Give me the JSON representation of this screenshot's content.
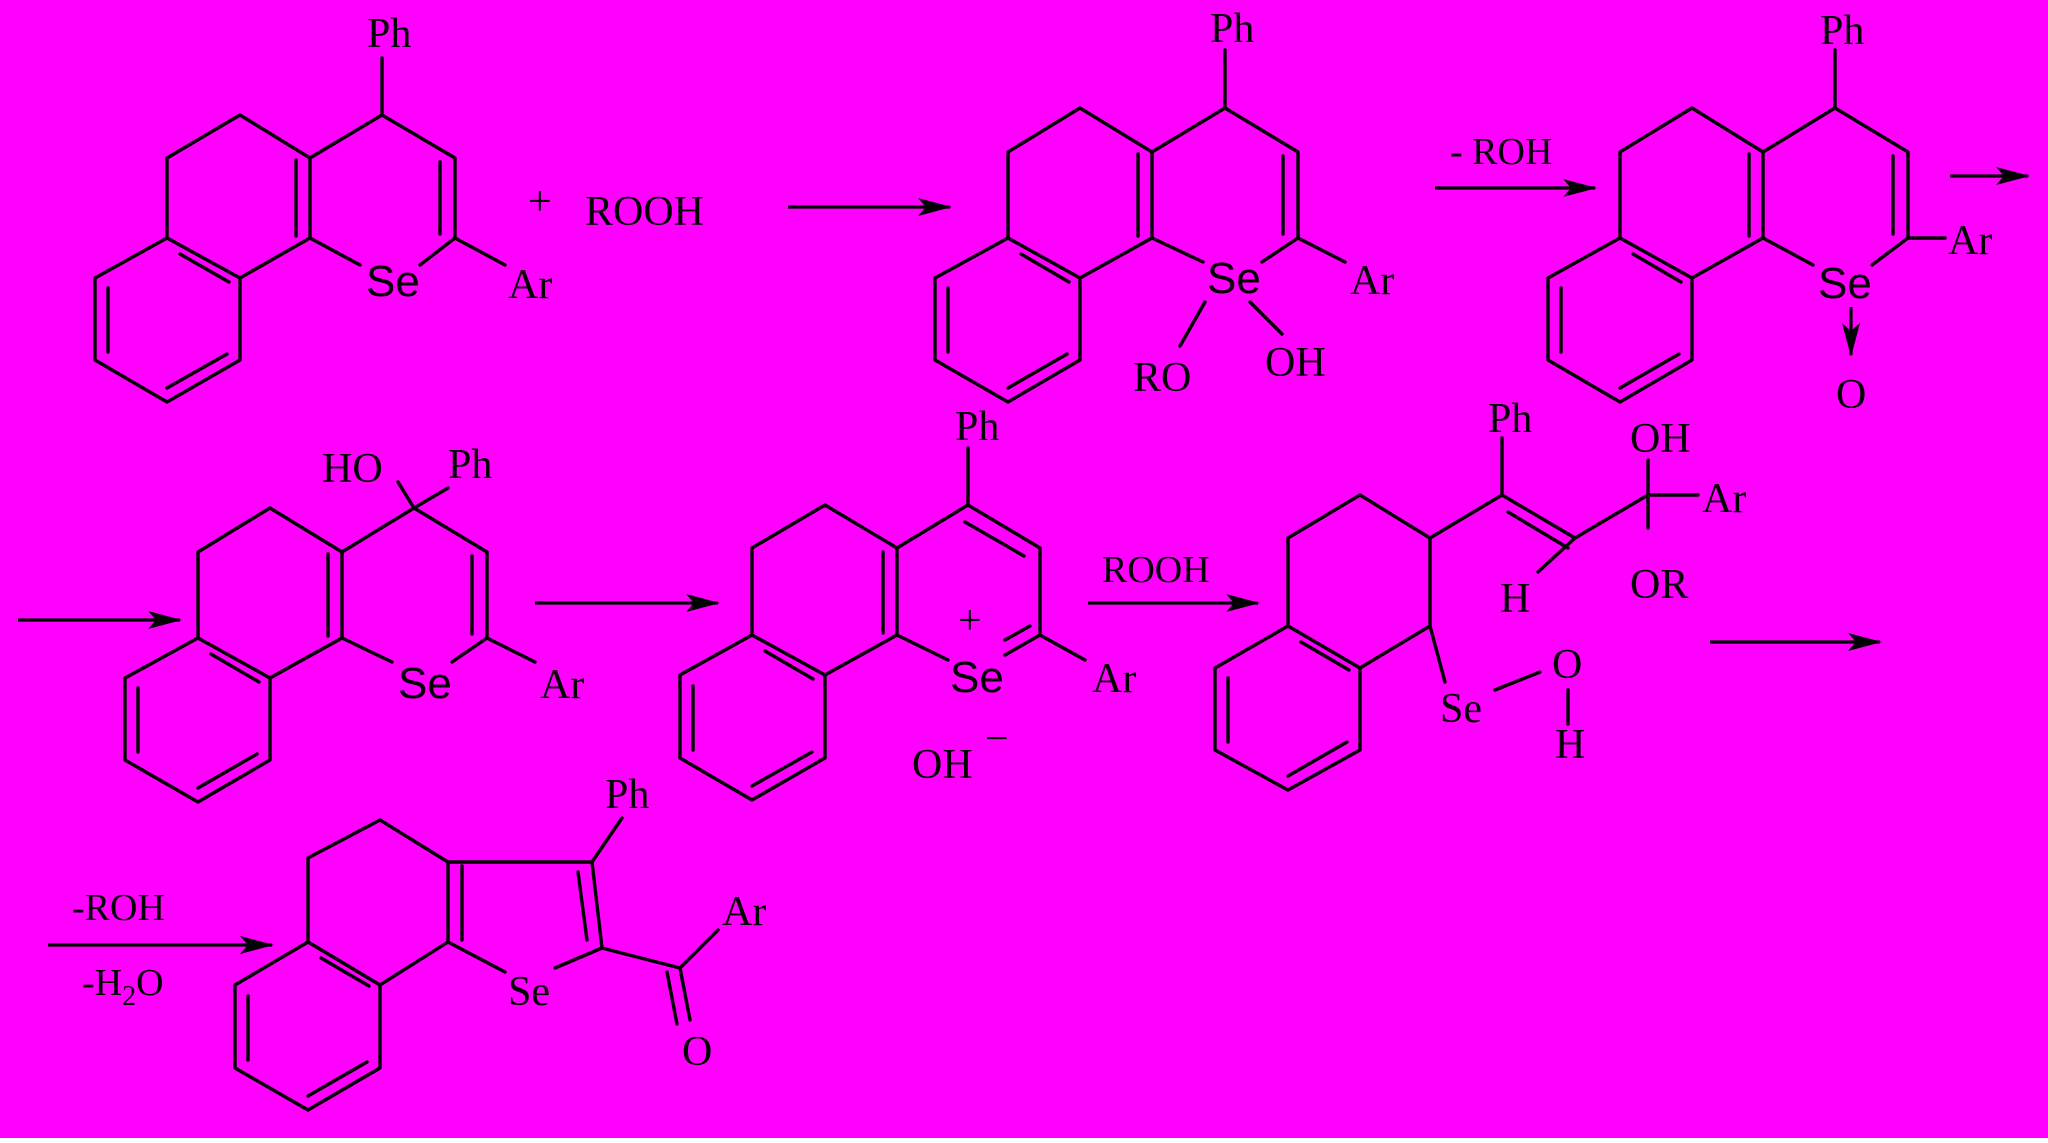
{
  "page": {
    "background": "#ff00ff",
    "ink": "#000000"
  },
  "reactants": {
    "plus": "+",
    "reagent": "ROOH"
  },
  "atoms": {
    "ph": "Ph",
    "se": "Se",
    "ar": "Ar",
    "ro": "RO",
    "oh": "OH",
    "o": "O",
    "ho": "HO",
    "h": "H",
    "or": "OR",
    "hydroxide": "OH",
    "charge_plus": "+",
    "charge_minus": "−"
  },
  "conditions": {
    "minus_roh_spaced": "- ROH",
    "rooh": "ROOH",
    "minus_roh": "-ROH",
    "minus_h2o_prefix": "-H",
    "minus_h2o_sub": "2",
    "minus_h2o_suffix": "O"
  }
}
